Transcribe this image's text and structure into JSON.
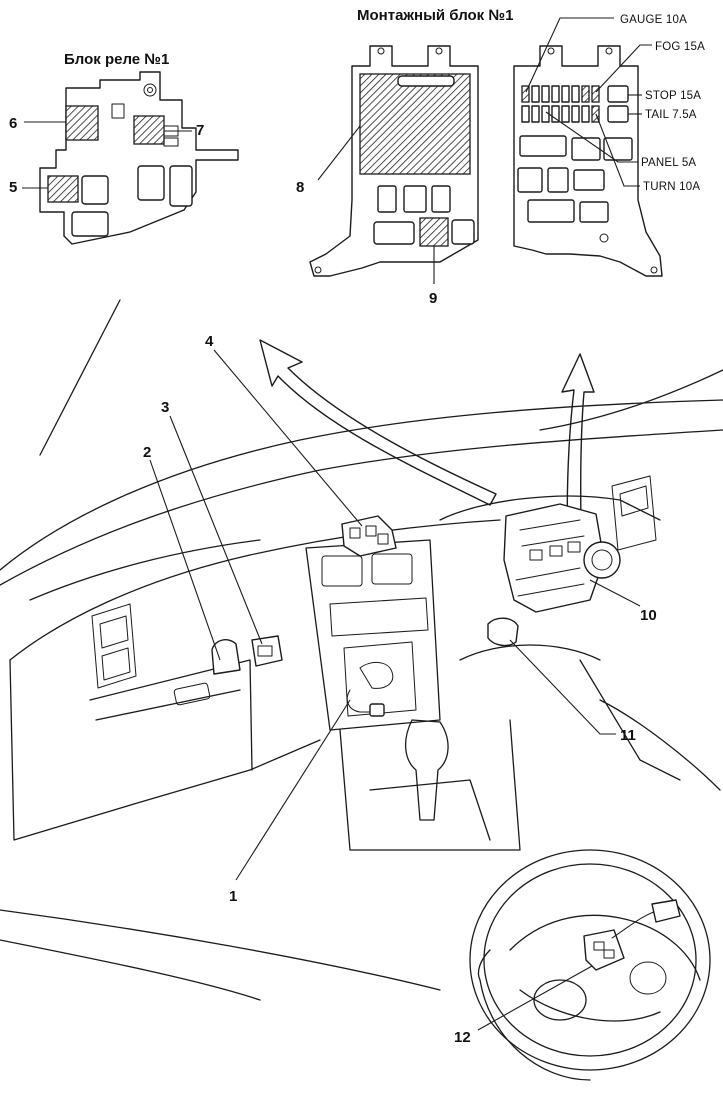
{
  "titles": {
    "relay_block": "Блок реле №1",
    "junction_block": "Монтажный блок №1"
  },
  "fuses": {
    "gauge": "GAUGE 10A",
    "fog": "FOG 15A",
    "stop": "STOP 15A",
    "tail": "TAIL 7.5A",
    "panel": "PANEL 5A",
    "turn": "TURN 10A"
  },
  "callouts": {
    "c1": "1",
    "c2": "2",
    "c3": "3",
    "c4": "4",
    "c5": "5",
    "c6": "6",
    "c7": "7",
    "c8": "8",
    "c9": "9",
    "c10": "10",
    "c11": "11",
    "c12": "12"
  }
}
